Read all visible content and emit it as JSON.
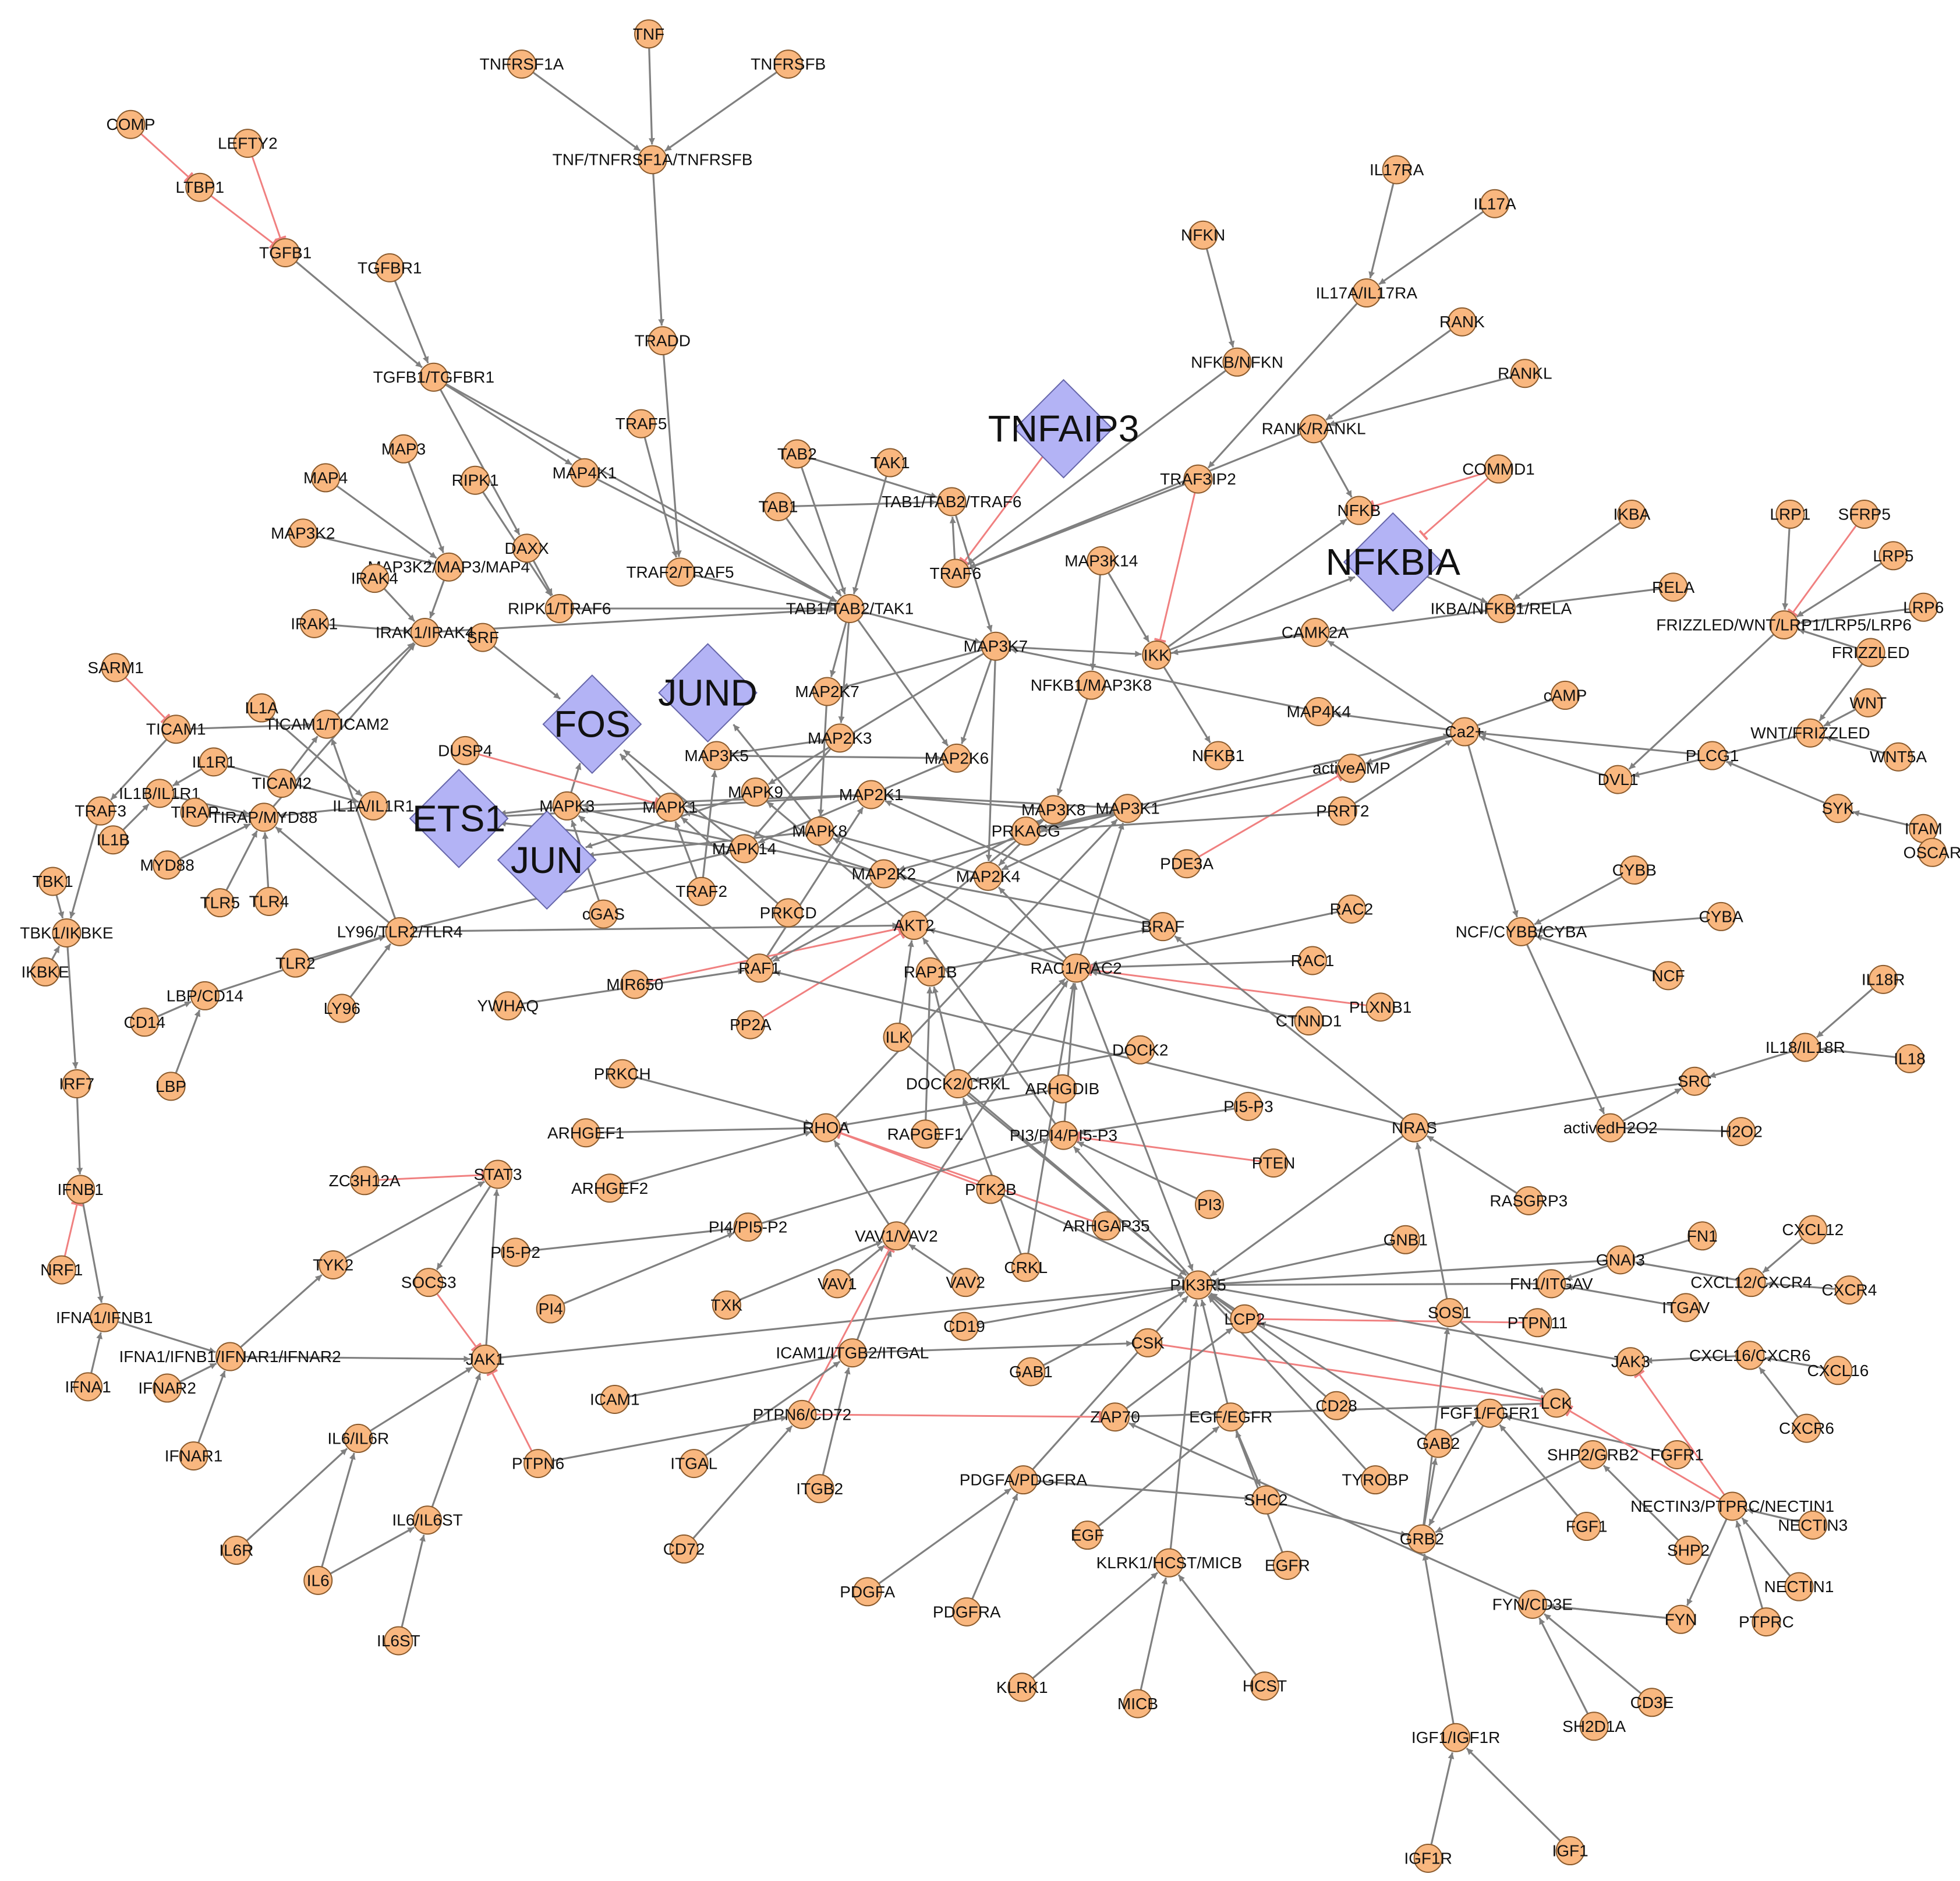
{
  "colors": {
    "node_fill": "#f9b77f",
    "highlight_fill": "#b3b3f5",
    "activation_edge": "#808080",
    "inhibition_edge": "#f08080",
    "label": "#111111"
  },
  "highlighted_nodes": [
    "TNFAIP3",
    "NFKBIA",
    "FOS",
    "JUND",
    "ETS1",
    "JUN"
  ],
  "nodes": [
    "TNF",
    "TNFRSF1A",
    "TNFRSFB",
    "TNF/TNFRSF1A/TNFRSFB",
    "COMP",
    "LEFTY2",
    "LTBP1",
    "TGFB1",
    "TGFBR1",
    "TGFB1/TGFBR1",
    "TRADD",
    "TRAF5",
    "TRAF2/TRAF5",
    "MAP3",
    "MAP4",
    "RIPK1",
    "MAP4K1",
    "MAP3K2",
    "MAP3K2/MAP3/MAP4",
    "DAXX",
    "IRAK4",
    "RIPK1/TRAF6",
    "IRAK1",
    "SRF",
    "IRAK1/IRAK4",
    "SARM1",
    "TICAM1",
    "IL1A",
    "TICAM1/TICAM2",
    "TICAM2",
    "IL1R1",
    "IL1B/IL1R1",
    "TRAF3",
    "TIRAP",
    "IL1B",
    "TIRAP/MYD88",
    "IL1A/IL1R1",
    "MYD88",
    "TBK1",
    "TBK1/IKBKE",
    "IKBKE",
    "TLR5",
    "TLR4",
    "LY96/TLR2/TLR4",
    "TLR2",
    "LBP/CD14",
    "CD14",
    "LY96",
    "LBP",
    "IRF7",
    "IFNB1",
    "NRF1",
    "IFNA1/IFNB1",
    "IFNA1/IFNB1/IFNAR1/IFNAR2",
    "IFNA1",
    "IFNAR2",
    "IFNAR1",
    "TAB2",
    "TAK1",
    "TAB1",
    "TAB1/TAB2/TRAF6",
    "TAB1/TAB2/TAK1",
    "TRAF6",
    "TNFAIP3",
    "FOS",
    "JUND",
    "ETS1",
    "JUN",
    "DUSP4",
    "MAPK3",
    "MAPK1",
    "MAPK9",
    "MAP2K7",
    "MAP2K3",
    "MAP3K5",
    "MAPK8",
    "MAPK14",
    "MAP2K6",
    "MAP2K1",
    "MAP3K8",
    "MAP3K7",
    "MAP3K14",
    "IKK",
    "NFKB1/MAP3K8",
    "MAP3K1",
    "NFKB1",
    "MAP2K2",
    "MAP2K4",
    "PRKACG",
    "TRAF2",
    "cGAS",
    "PRKCD",
    "AKT2",
    "RAF1",
    "MIR650",
    "YWHAQ",
    "PP2A",
    "RAP1B",
    "ILK",
    "RAC1/RAC2",
    "BRAF",
    "PDE3A",
    "PRRT2",
    "activeAMP",
    "MAP4K4",
    "CAMK2A",
    "IL17RA",
    "IL17A",
    "IL17A/IL17RA",
    "NFKN",
    "NFKB/NFKN",
    "RANK",
    "RANKL",
    "RANK/RANKL",
    "TRAF3IP2",
    "COMMD1",
    "NFKB",
    "NFKBIA",
    "IKBA",
    "IKBA/NFKB1/RELA",
    "RELA",
    "LRP1",
    "SFRP5",
    "LRP5",
    "LRP6",
    "FRIZZLED/WNT/LRP1/LRP5/LRP6",
    "FRIZZLED",
    "WNT",
    "WNT/FRIZZLED",
    "WNT5A",
    "PLCG1",
    "cAMP",
    "Ca2+",
    "DVL1",
    "SYK",
    "ITAM",
    "OSCAR",
    "CYBB",
    "CYBA",
    "NCF/CYBB/CYBA",
    "NCF",
    "RAC2",
    "RAC1",
    "PLXNB1",
    "CTNND1",
    "DOCK2",
    "DOCK2/CRKL",
    "ARHGDIB",
    "PRKCH",
    "RHOA",
    "RAPGEF1",
    "PI5-P3",
    "PI3/PI4/PI5-P3",
    "PTEN",
    "PI3",
    "PTK2B",
    "ARHGAP35",
    "ARHGEF1",
    "ARHGEF2",
    "ZC3H12A",
    "STAT3",
    "SOCS3",
    "TYK2",
    "PI5-P2",
    "PI4/PI5-P2",
    "PI4",
    "VAV1/VAV2",
    "VAV1",
    "VAV2",
    "TXK",
    "CRKL",
    "CD19",
    "GAB1",
    "PIK3R5",
    "CSK",
    "LCP2",
    "ZAP70",
    "EGF/EGFR",
    "CD28",
    "TYROBP",
    "SHC2",
    "EGF",
    "EGFR",
    "PDGFA/PDGFRA",
    "PDGFA",
    "PDGFRA",
    "KLRK1/HCST/MICB",
    "KLRK1",
    "MICB",
    "HCST",
    "GRB2",
    "GAB2",
    "FGF1/FGFR1",
    "FGF1",
    "SHP2/GRB2",
    "FGFR1",
    "LCK",
    "FYN/CD3E",
    "FYN",
    "CD3E",
    "SH2D1A",
    "IGF1/IGF1R",
    "IGF1R",
    "IGF1",
    "NRAS",
    "activedH2O2",
    "H2O2",
    "SRC",
    "IL18R",
    "IL18/IL18R",
    "IL18",
    "RASGRP3",
    "GNB1",
    "GNAI3",
    "FN1",
    "FN1/ITGAV",
    "ITGAV",
    "SOS1",
    "PTPN11",
    "CXCL12",
    "CXCL12/CXCR4",
    "CXCR4",
    "JAK3",
    "CXCL16/CXCR6",
    "CXCL16",
    "CXCR6",
    "NECTIN3/PTPRC/NECTIN1",
    "NECTIN3",
    "SHP2",
    "NECTIN1",
    "PTPRC",
    "JAK1",
    "PTPN6",
    "IL6/IL6R",
    "IL6/IL6ST",
    "IL6R",
    "IL6",
    "IL6ST",
    "ICAM1/ITGB2/ITGAL",
    "ICAM1",
    "PTPN6/CD72",
    "ITGAL",
    "ITGB2",
    "CD72"
  ]
}
